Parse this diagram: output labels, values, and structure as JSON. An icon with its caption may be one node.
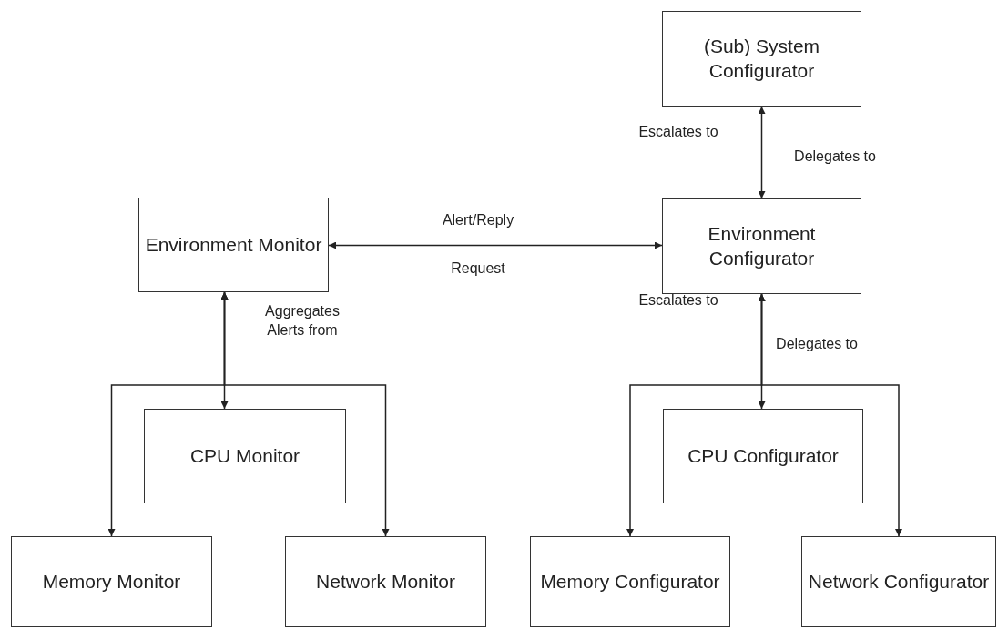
{
  "diagram": {
    "nodes": [
      {
        "text": [
          "(Sub) System Configurator"
        ]
      },
      {
        "text": [
          "Environment Monitor"
        ]
      },
      {
        "text": [
          "Environment Configurator"
        ]
      },
      {
        "text": [
          "CPU Monitor"
        ]
      },
      {
        "text": [
          "Memory Monitor"
        ]
      },
      {
        "text": [
          "Network Monitor"
        ]
      },
      {
        "text": [
          "CPU Configurator"
        ]
      },
      {
        "text": [
          "Memory Configurator"
        ]
      },
      {
        "text": [
          "Network Configurator"
        ]
      }
    ],
    "edges": [
      {
        "from": 0,
        "to": 2,
        "arrow": "both"
      },
      {
        "from": 1,
        "to": 2,
        "arrow": "both"
      },
      {
        "from": 1,
        "to": 3,
        "arrow": "both"
      },
      {
        "from": 1,
        "to": 4,
        "arrow": "both"
      },
      {
        "from": 1,
        "to": 5,
        "arrow": "both"
      },
      {
        "from": 2,
        "to": 6,
        "arrow": "both"
      },
      {
        "from": 2,
        "to": 7,
        "arrow": "both"
      },
      {
        "from": 2,
        "to": 8,
        "arrow": "both"
      }
    ],
    "labels": [
      "Escalates to",
      "Delegates to",
      "Alert/Reply",
      "Request",
      "Aggregates Alerts from",
      "Escalates to",
      "Delegates to"
    ]
  }
}
